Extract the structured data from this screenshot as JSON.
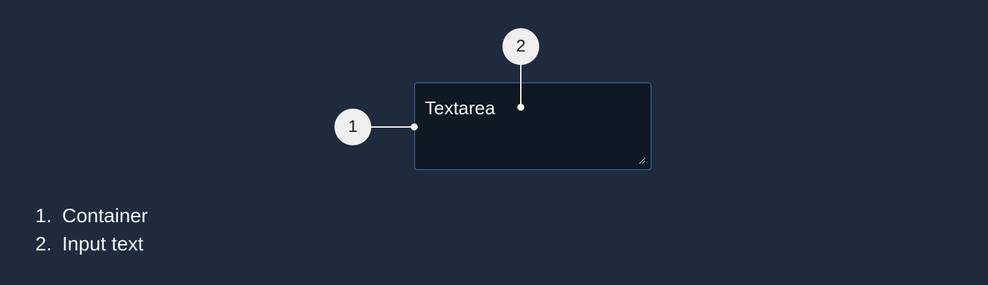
{
  "component": {
    "textarea_value": "Textarea"
  },
  "markers": [
    {
      "number": "1"
    },
    {
      "number": "2"
    }
  ],
  "legend": [
    {
      "number": "1.",
      "label": "Container"
    },
    {
      "number": "2.",
      "label": "Input text"
    }
  ],
  "colors": {
    "background": "#1e2b3c",
    "textarea_fill": "#0f1923",
    "textarea_border": "#3a72b8",
    "callout": "#f0f0f0",
    "marker_fill": "#efefef",
    "marker_text": "#1b1b1b"
  }
}
